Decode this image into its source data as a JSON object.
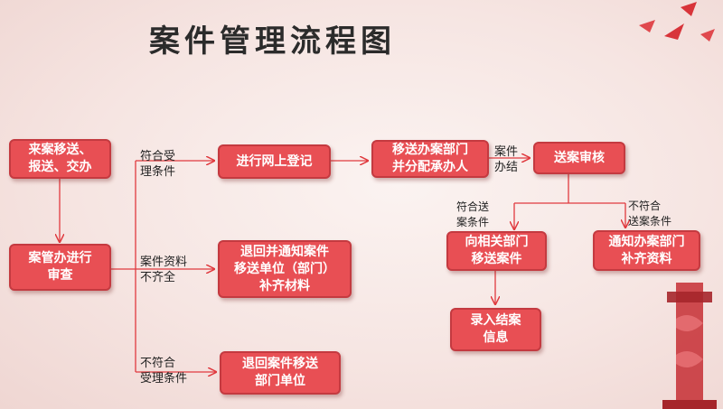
{
  "title": "案件管理流程图",
  "colors": {
    "node_fill": "#e84f54",
    "node_border": "#c43a40",
    "line": "#e03a3f"
  },
  "nodes": {
    "intake": "来案移送、\n报送、交办",
    "review": "案管办进行\n审查",
    "register": "进行网上登记",
    "assign": "移送办案部门\n并分配承办人",
    "submit_review": "送案审核",
    "return_notify": "退回并通知案件\n移送单位（部门）\n补齐材料",
    "return_case": "退回案件移送\n部门单位",
    "transfer": "向相关部门\n移送案件",
    "notify_supplement": "通知办案部门\n补齐资料",
    "record": "录入结案\n信息"
  },
  "labels": {
    "meets": "符合受\n理条件",
    "incomplete": "案件资料\n不齐全",
    "not_meets": "不符合\n受理条件",
    "case_done": "案件\n办结",
    "meets_submit": "符合送\n案条件",
    "not_meets_submit": "不符合\n送案条件"
  }
}
